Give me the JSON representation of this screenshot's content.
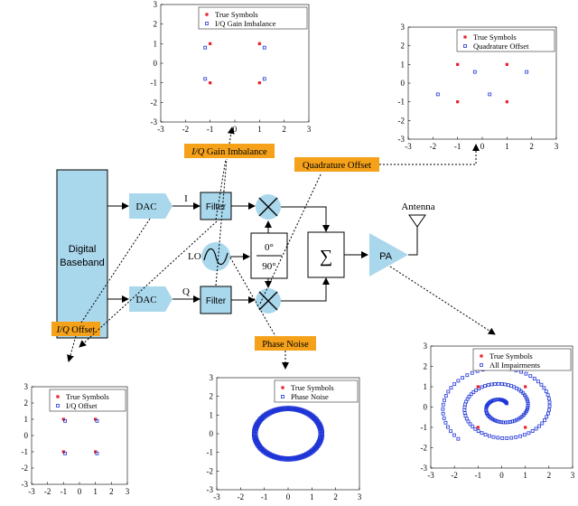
{
  "colors": {
    "block_fill": "#a9d7ec",
    "label_fill": "#f5a21a",
    "true_symbol": "#e8202a",
    "impaired_symbol": "#1f35d6",
    "line": "#000000"
  },
  "blocks": {
    "baseband_line1": "Digital",
    "baseband_line2": "Baseband",
    "dac_top": "DAC",
    "dac_bottom": "DAC",
    "filter_top": "Filter",
    "filter_bottom": "Filter",
    "lo": "LO",
    "i_label": "I",
    "q_label": "Q",
    "phase_top": "0°",
    "phase_bottom": "90°",
    "sum": "∑",
    "pa": "PA",
    "antenna": "Antenna"
  },
  "impairment_labels": {
    "iq_gain_prefix": "I/Q",
    "iq_gain_rest": " Gain Imbalance",
    "quadrature": "Quadrature Offset",
    "phase_noise": "Phase Noise",
    "iq_offset_prefix": "I/Q",
    "iq_offset_rest": " Offset"
  },
  "chart_data": [
    {
      "type": "scatter",
      "xlim": [
        -3,
        3
      ],
      "ylim": [
        -3,
        3
      ],
      "xticks": [
        "-3",
        "-2",
        "-1",
        "0",
        "1",
        "2",
        "3"
      ],
      "yticks": [
        "3",
        "2",
        "1",
        "0",
        "-1",
        "-2",
        "-3"
      ],
      "legend": [
        "True Symbols",
        "I/Q Gain Imbalance"
      ],
      "legend_position": "top-right",
      "series": [
        {
          "name": "True Symbols",
          "x": [
            -1,
            1,
            -1,
            1
          ],
          "y": [
            1,
            1,
            -1,
            -1
          ]
        },
        {
          "name": "I/Q Gain Imbalance",
          "x": [
            -1.2,
            1.2,
            -1.2,
            1.2
          ],
          "y": [
            0.8,
            0.8,
            -0.8,
            -0.8
          ]
        }
      ]
    },
    {
      "type": "scatter",
      "xlim": [
        -3,
        3
      ],
      "ylim": [
        -3,
        3
      ],
      "xticks": [
        "-3",
        "-2",
        "-1",
        "0",
        "1",
        "2",
        "3"
      ],
      "yticks": [
        "3",
        "2",
        "1",
        "0",
        "-1",
        "-2",
        "-3"
      ],
      "legend": [
        "True Symbols",
        "Quadrature Offset"
      ],
      "legend_position": "top-right",
      "series": [
        {
          "name": "True Symbols",
          "x": [
            -1,
            1,
            -1,
            1
          ],
          "y": [
            1,
            1,
            -1,
            -1
          ]
        },
        {
          "name": "Quadrature Offset",
          "x": [
            -0.3,
            1.8,
            -1.8,
            0.3
          ],
          "y": [
            0.6,
            0.6,
            -0.6,
            -0.6
          ]
        }
      ]
    },
    {
      "type": "scatter",
      "xlim": [
        -3,
        3
      ],
      "ylim": [
        -3,
        3
      ],
      "xticks": [
        "-3",
        "-2",
        "-1",
        "0",
        "1",
        "2",
        "3"
      ],
      "yticks": [
        "3",
        "2",
        "1",
        "0",
        "-1",
        "-2",
        "-3"
      ],
      "legend": [
        "True Symbols",
        "I/Q Offset"
      ],
      "legend_position": "top-right",
      "series": [
        {
          "name": "True Symbols",
          "x": [
            -1,
            1,
            -1,
            1
          ],
          "y": [
            1,
            1,
            -1,
            -1
          ]
        },
        {
          "name": "I/Q Offset",
          "x": [
            -0.9,
            1.1,
            -0.9,
            1.1
          ],
          "y": [
            0.9,
            0.9,
            -1.1,
            -1.1
          ]
        }
      ]
    },
    {
      "type": "scatter",
      "xlim": [
        -3,
        3
      ],
      "ylim": [
        -3,
        3
      ],
      "xticks": [
        "-3",
        "-2",
        "-1",
        "0",
        "1",
        "2",
        "3"
      ],
      "yticks": [
        "3",
        "2",
        "1",
        "0",
        "-1",
        "-2",
        "-3"
      ],
      "legend": [
        "True Symbols",
        "Phase Noise"
      ],
      "legend_position": "top-right",
      "ring": {
        "cx": 0,
        "cy": 0,
        "rx": 1.4,
        "ry": 1.35
      },
      "series": [
        {
          "name": "True Symbols",
          "x": [],
          "y": []
        }
      ]
    },
    {
      "type": "scatter",
      "xlim": [
        -3,
        3
      ],
      "ylim": [
        -3,
        3
      ],
      "xticks": [
        "-3",
        "-2",
        "-1",
        "0",
        "1",
        "2",
        "3"
      ],
      "yticks": [
        "3",
        "2",
        "1",
        "0",
        "-1",
        "-2",
        "-3"
      ],
      "legend": [
        "True Symbols",
        "All Impairments"
      ],
      "legend_position": "top-right",
      "spiral": {
        "center": [
          0,
          0
        ],
        "r_start": 0.3,
        "r_end": 2.6,
        "turns": 2.5
      },
      "series": [
        {
          "name": "True Symbols",
          "x": [
            -1,
            1,
            -1,
            1
          ],
          "y": [
            1,
            1,
            -1,
            -1
          ]
        }
      ]
    }
  ]
}
